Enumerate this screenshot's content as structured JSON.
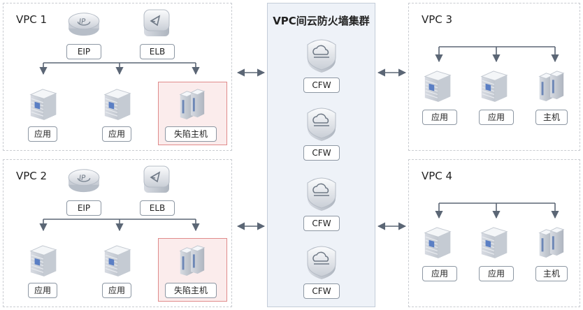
{
  "cluster": {
    "title": "VPC间云防火墙集群",
    "nodes": [
      "CFW",
      "CFW",
      "CFW",
      "CFW"
    ]
  },
  "vpc1": {
    "title": "VPC 1",
    "eip": "EIP",
    "elb": "ELB",
    "hosts": [
      "应用",
      "应用",
      "失陷主机"
    ]
  },
  "vpc2": {
    "title": "VPC 2",
    "eip": "EIP",
    "elb": "ELB",
    "hosts": [
      "应用",
      "应用",
      "失陷主机"
    ]
  },
  "vpc3": {
    "title": "VPC 3",
    "hosts": [
      "应用",
      "应用",
      "主机"
    ]
  },
  "vpc4": {
    "title": "VPC 4",
    "hosts": [
      "应用",
      "应用",
      "主机"
    ]
  },
  "colors": {
    "line": "#5b6675",
    "infected_border": "#e08b8b",
    "infected_fill": "#fbecec",
    "cluster_fill": "#eef2f8"
  },
  "icons": {
    "eip": "eip-gateway-icon",
    "elb": "load-balancer-icon",
    "app": "server-icon",
    "host": "host-server-icon",
    "cfw": "cloud-firewall-icon"
  }
}
